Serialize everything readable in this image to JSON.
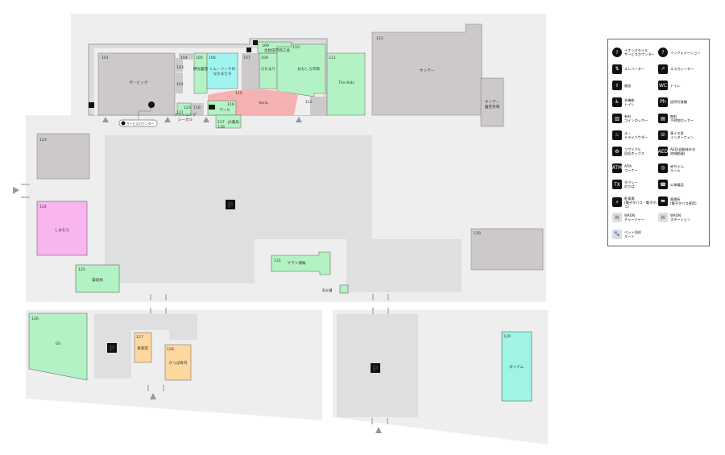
{
  "stores": [
    {
      "id": "s101",
      "num": "101",
      "name": "ザ・ビッグ"
    },
    {
      "id": "s102",
      "num": "102",
      "name": ""
    },
    {
      "id": "s103",
      "num": "103",
      "name": ""
    },
    {
      "id": "s104",
      "num": "104",
      "name": ""
    },
    {
      "id": "s105",
      "num": "105",
      "name": "明光義塾"
    },
    {
      "id": "s106",
      "num": "106",
      "name": "トム・ソーヤの\nなかまたち"
    },
    {
      "id": "s107",
      "num": "107",
      "name": ""
    },
    {
      "id": "s108",
      "num": "108",
      "name": "ひだまり"
    },
    {
      "id": "s109",
      "num": "109",
      "name": "北秋田市商工会"
    },
    {
      "id": "s110",
      "num": "110",
      "name": "おもしろ市場"
    },
    {
      "id": "s111",
      "num": "111",
      "name": "The Kids"
    },
    {
      "id": "s112",
      "num": "112",
      "name": ""
    },
    {
      "id": "s115",
      "num": "115",
      "name": "Seria"
    },
    {
      "id": "s116",
      "num": "116",
      "name": "マール"
    },
    {
      "id": "s117",
      "num": "117",
      "name": "JA薬局"
    },
    {
      "id": "s118",
      "num": "118",
      "name": ""
    },
    {
      "id": "s119",
      "num": "119",
      "name": ""
    },
    {
      "id": "s120",
      "num": "120",
      "name": "クリーニング\nシーガル"
    },
    {
      "id": "s121",
      "num": "121",
      "name": ""
    },
    {
      "id": "s122",
      "num": "122",
      "name": "サンデー"
    },
    {
      "id": "s122b",
      "num": "",
      "name": "サンデー\n園芸売場"
    },
    {
      "id": "s123",
      "num": "123",
      "name": ""
    },
    {
      "id": "s124",
      "num": "124",
      "name": "しまむら"
    },
    {
      "id": "s125",
      "num": "125",
      "name": "薬退局"
    },
    {
      "id": "s126",
      "num": "126",
      "name": "GS"
    },
    {
      "id": "s127",
      "num": "127",
      "name": "幸楽苑"
    },
    {
      "id": "s128",
      "num": "128",
      "name": "かっぱ寿司"
    },
    {
      "id": "s129",
      "num": "129",
      "name": "ダイナム"
    },
    {
      "id": "s130",
      "num": "130",
      "name": ""
    },
    {
      "id": "s131",
      "num": "131",
      "name": "ヤマト運輸"
    }
  ],
  "labels": {
    "service_counter": "サービスカウンター",
    "water_tower": "雨水槽",
    "parking": "P",
    "info_mark": "?"
  },
  "legend": [
    {
      "icon": "?",
      "text": "イオンスタイル\nサービスカウンター",
      "round": true
    },
    {
      "icon": "?",
      "text": "インフォメーション",
      "round": true
    },
    {
      "icon": "⇅",
      "text": "エレベーター"
    },
    {
      "icon": "↗",
      "text": "エスカレーター"
    },
    {
      "icon": "⇧",
      "text": "階段"
    },
    {
      "icon": "WC",
      "text": "トイレ"
    },
    {
      "icon": "♿",
      "text": "多機能\nトイレ"
    },
    {
      "icon": "Ph",
      "text": "証明写真機"
    },
    {
      "icon": "▥",
      "text": "有料\nコインロッカー"
    },
    {
      "icon": "▤",
      "text": "無料\n手荷物ロッカー"
    },
    {
      "icon": "♨",
      "text": "水・\nドライバウダー"
    },
    {
      "icon": "☏",
      "text": "車イス用\nインターフォン"
    },
    {
      "icon": "♻",
      "text": "リサイクル\n回収ボックス"
    },
    {
      "icon": "AED",
      "text": "AED(自動体外式\n除細動器)"
    },
    {
      "icon": "ATM",
      "text": "ATM\nコーナー"
    },
    {
      "icon": "◎",
      "text": "赤ちゃん\nルーム"
    },
    {
      "icon": "TX",
      "text": "タクシー\nのりば"
    },
    {
      "icon": "☎",
      "text": "公衆電話"
    },
    {
      "icon": "⚡",
      "text": "駐車場\n(電子タバコ・電子タバコ)"
    },
    {
      "icon": "▬",
      "text": "喫煙所\n(電子タバコ専用)"
    },
    {
      "icon": "W",
      "text": "WAON\nチャージャー",
      "light": true
    },
    {
      "icon": "W",
      "text": "WAON\nステーション",
      "light": true
    },
    {
      "icon": "🐾",
      "text": "ペット同伴\nルート",
      "light": true
    }
  ]
}
